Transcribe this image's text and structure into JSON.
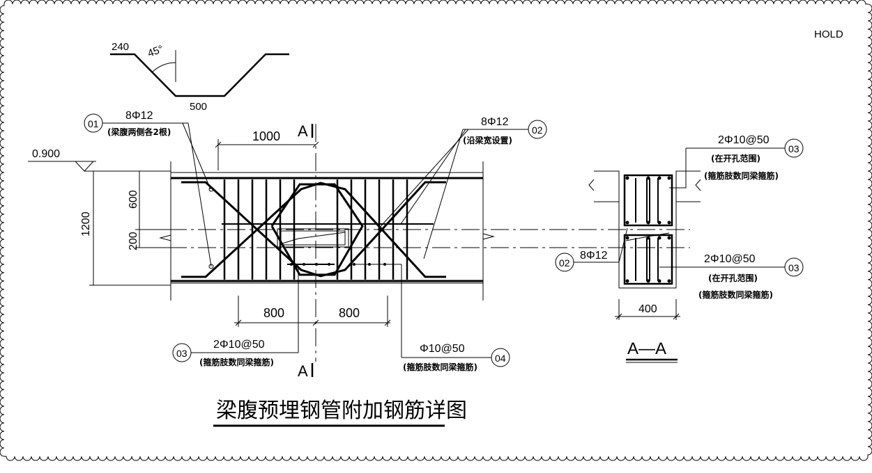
{
  "hold_label": "HOLD",
  "title": "梁腹预埋钢管附加钢筋详图",
  "bend_detail": {
    "left_len": "240",
    "angle": "45°",
    "bottom_len": "500"
  },
  "elevation": "0.900",
  "dims": {
    "d1000": "1000",
    "d1200": "1200",
    "d600": "600",
    "d200": "200",
    "d800_left": "800",
    "d800_right": "800",
    "d400": "400"
  },
  "section_marks": {
    "top": "A",
    "bottom": "A",
    "section_title": "A—A"
  },
  "callouts": {
    "c01": {
      "id": "01",
      "spec": "8Φ12",
      "note": "(梁腹两侧各2根)"
    },
    "c02": {
      "id": "02",
      "spec": "8Φ12",
      "note": "(沿梁宽设置)"
    },
    "c03_main": {
      "id": "03",
      "spec": "2Φ10@50",
      "note": "(箍筋肢数同梁箍筋)"
    },
    "c04": {
      "id": "04",
      "spec": "Φ10@50",
      "note": "(箍筋肢数同梁箍筋)"
    },
    "c03_sec_top": {
      "id": "03",
      "spec": "2Φ10@50",
      "note1": "(在开孔范围)",
      "note2": "(箍筋肢数同梁箍筋)"
    },
    "c02_sec": {
      "id": "02",
      "spec": "8Φ12"
    },
    "c03_sec_bot": {
      "id": "03",
      "spec": "2Φ10@50",
      "note1": "(在开孔范围)",
      "note2": "(箍筋肢数同梁箍筋)"
    }
  },
  "colors": {
    "line": "#000000",
    "background": "#ffffff"
  }
}
